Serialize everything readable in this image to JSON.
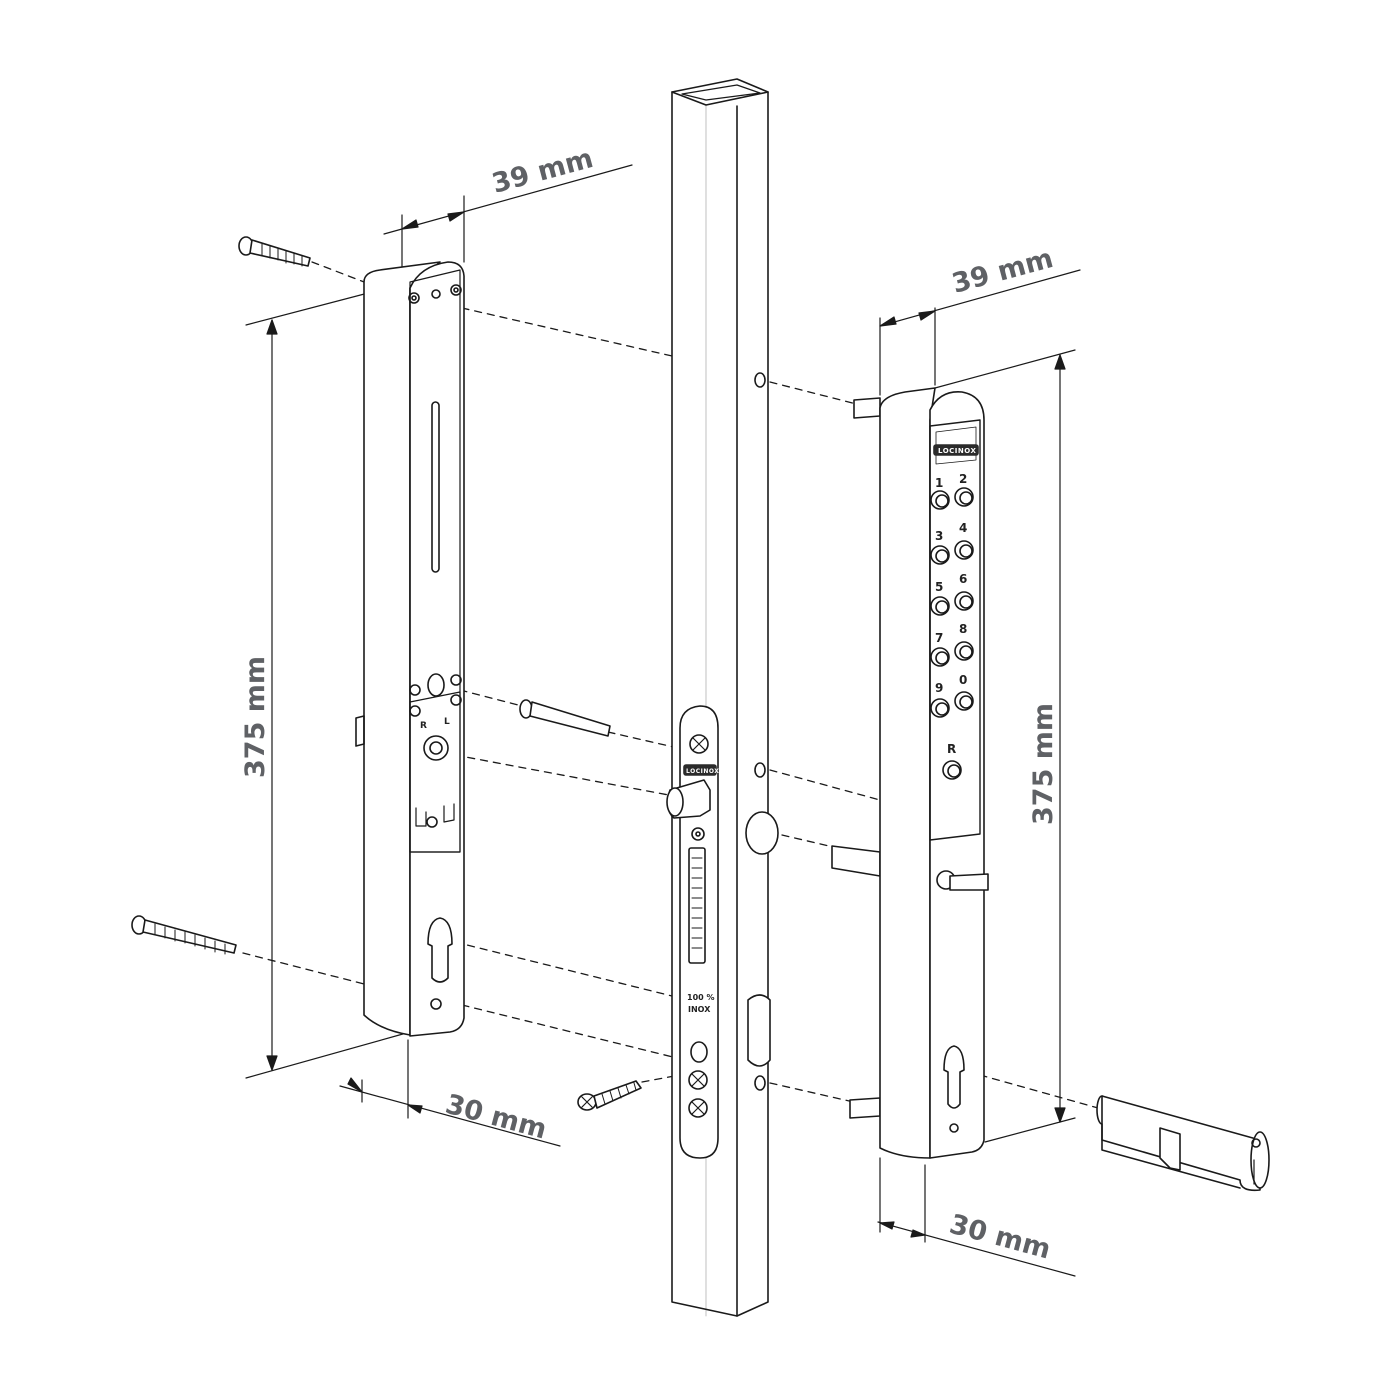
{
  "dimensions": {
    "left_width": "39 mm",
    "left_height": "375 mm",
    "left_depth": "30 mm",
    "right_width": "39 mm",
    "right_height": "375 mm",
    "right_depth": "30 mm"
  },
  "keypad": {
    "keys": [
      "1",
      "2",
      "3",
      "4",
      "5",
      "6",
      "7",
      "8",
      "9",
      "0"
    ],
    "reset_key": "R",
    "brand_logo": "LOCINOX"
  },
  "inner_unit": {
    "switch_r": "R",
    "switch_l": "L"
  },
  "lock_body": {
    "brand_logo": "LOCINOX",
    "material_line1": "100 %",
    "material_line2": "INOX"
  },
  "colors": {
    "line": "#1a1a1a",
    "dimension_text": "#5f6165",
    "keypad_panel": "#2b2b2b"
  }
}
